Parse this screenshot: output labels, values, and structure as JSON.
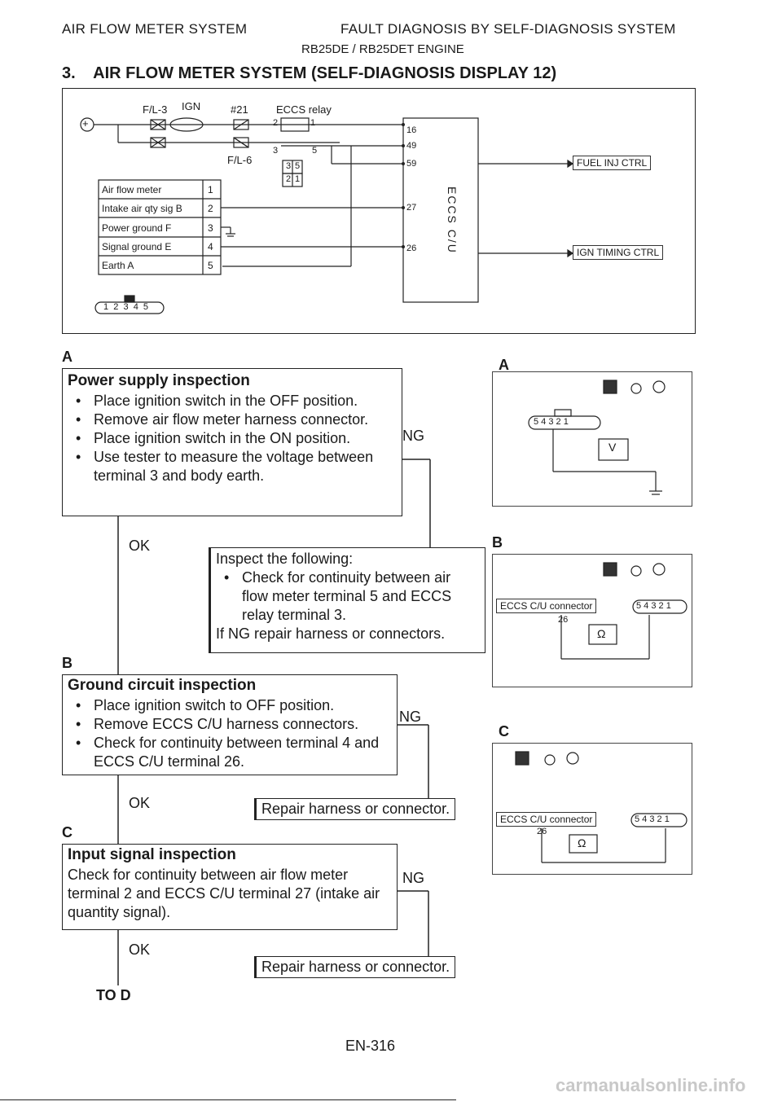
{
  "header": {
    "left": "AIR FLOW METER SYSTEM",
    "right": "FAULT DIAGNOSIS BY SELF-DIAGNOSIS SYSTEM",
    "sub": "RB25DE / RB25DET ENGINE"
  },
  "section_title": "3.    AIR FLOW METER SYSTEM (SELF-DIAGNOSIS DISPLAY 12)",
  "wiring": {
    "fl3": "F/L-3",
    "ign": "IGN",
    "fuse": "#21",
    "relay": "ECCS relay",
    "fl6": "F/L-6",
    "relay_pins_top": "2",
    "relay_pins_top_r": "1",
    "relay_pins_mid": "3",
    "relay_pins_mid_r": "5",
    "relay_conn_a": "3",
    "relay_conn_b": "5",
    "relay_conn_c": "2",
    "relay_conn_d": "1",
    "pin16": "16",
    "pin49": "49",
    "pin59": "59",
    "pin27": "27",
    "pin26": "26",
    "ecu_label": "ECCS C/U",
    "fuel_inj": "FUEL INJ CTRL",
    "ign_timing": "IGN TIMING CTRL",
    "plus": "+",
    "connector_pins": "1  2  3  4  5",
    "afm_rows": [
      {
        "name": "Air flow meter",
        "pin": "1"
      },
      {
        "name": "Intake air qty sig B",
        "pin": "2"
      },
      {
        "name": "Power ground F",
        "pin": "3"
      },
      {
        "name": "Signal ground E",
        "pin": "4"
      },
      {
        "name": "Earth  A",
        "pin": "5"
      }
    ]
  },
  "flow": {
    "a_letter": "A",
    "a_title": "Power supply inspection",
    "a_items": [
      "Place ignition switch in the OFF position.",
      "Remove air flow meter harness connector.",
      "Place ignition switch in the ON position.",
      "Use tester to measure the voltage between terminal 3 and body earth."
    ],
    "a_ng": "NG",
    "a_ok": "OK",
    "inspect_title": "Inspect the following:",
    "inspect_item": "Check for continuity between air flow meter terminal 5 and ECCS relay terminal 3.",
    "inspect_footer": "If NG repair harness or connectors.",
    "b_letter": "B",
    "b_title": "Ground circuit inspection",
    "b_items": [
      "Place ignition switch to OFF position.",
      "Remove ECCS C/U harness connectors.",
      "Check for continuity between terminal 4 and ECCS C/U terminal 26."
    ],
    "b_ng": "NG",
    "b_ok": "OK",
    "repair_1": "Repair harness or connector.",
    "c_letter": "C",
    "c_title": "Input signal inspection",
    "c_text": "Check for continuity between air flow meter terminal 2 and ECCS C/U terminal 27 (intake air quantity signal).",
    "c_ng": "NG",
    "c_ok": "OK",
    "repair_2": "Repair harness or connector.",
    "to_d": "TO D"
  },
  "side": {
    "a_letter": "A",
    "a_conn": "5 4 3 2 1",
    "a_meter": "V",
    "b_letter": "B",
    "b_ecu": "ECCS C/U connector",
    "b_pin": "26",
    "b_conn": "5 4 3 2 1",
    "b_meter": "Ω",
    "c_letter": "C",
    "c_ecu": "ECCS C/U connector",
    "c_pin": "26",
    "c_conn": "5 4 3 2 1",
    "c_meter": "Ω"
  },
  "footer": {
    "page": "EN-316",
    "watermark": "carmanualsonline.info"
  }
}
